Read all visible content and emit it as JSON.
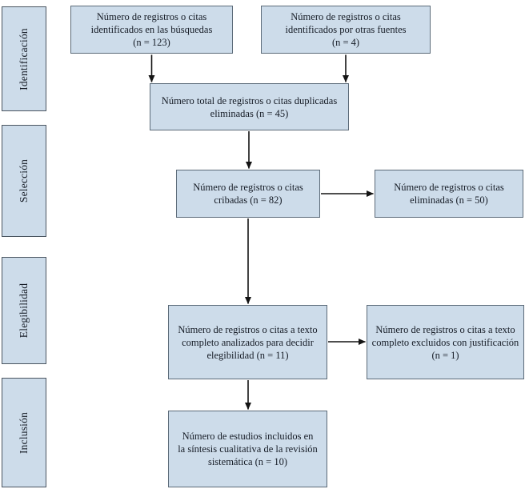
{
  "diagram": {
    "type": "prisma-flowchart",
    "language": "es",
    "colors": {
      "box_fill": "#cddcea",
      "box_border": "#5b6a78",
      "arrow": "#141414",
      "text": "#161c26",
      "background": "#ffffff"
    },
    "stages": [
      {
        "label": "Identificación"
      },
      {
        "label": "Selección"
      },
      {
        "label": "Elegibilidad"
      },
      {
        "label": "Inclusión"
      }
    ],
    "boxes": [
      {
        "id": "identified-searches",
        "lines": [
          "Número de registros o citas",
          "identificados en las búsquedas",
          "(n = 123)"
        ],
        "n": 123
      },
      {
        "id": "identified-other-sources",
        "lines": [
          "Número de registros o citas",
          "identificados por otras fuentes",
          "(n = 4)"
        ],
        "n": 4
      },
      {
        "id": "duplicates-removed",
        "lines": [
          "Número total de registros o citas duplicadas",
          "eliminadas (n = 45)"
        ],
        "n": 45
      },
      {
        "id": "screened",
        "lines": [
          "Número de registros o citas",
          "cribadas (n = 82)"
        ],
        "n": 82
      },
      {
        "id": "screened-excluded",
        "lines": [
          "Número de registros o citas",
          "eliminadas (n = 50)"
        ],
        "n": 50
      },
      {
        "id": "fulltext-assessed",
        "lines": [
          "Número de registros o citas a texto",
          "completo analizados para decidir",
          "elegibilidad (n = 11)"
        ],
        "n": 11
      },
      {
        "id": "fulltext-excluded",
        "lines": [
          "Número de registros o citas a texto",
          "completo excluidos con justificación",
          "(n = 1)"
        ],
        "n": 1
      },
      {
        "id": "included-synthesis",
        "lines": [
          "Número de estudios incluidos en",
          "la síntesis cualitativa de la revisión",
          "sistemática (n = 10)"
        ],
        "n": 10
      }
    ]
  }
}
